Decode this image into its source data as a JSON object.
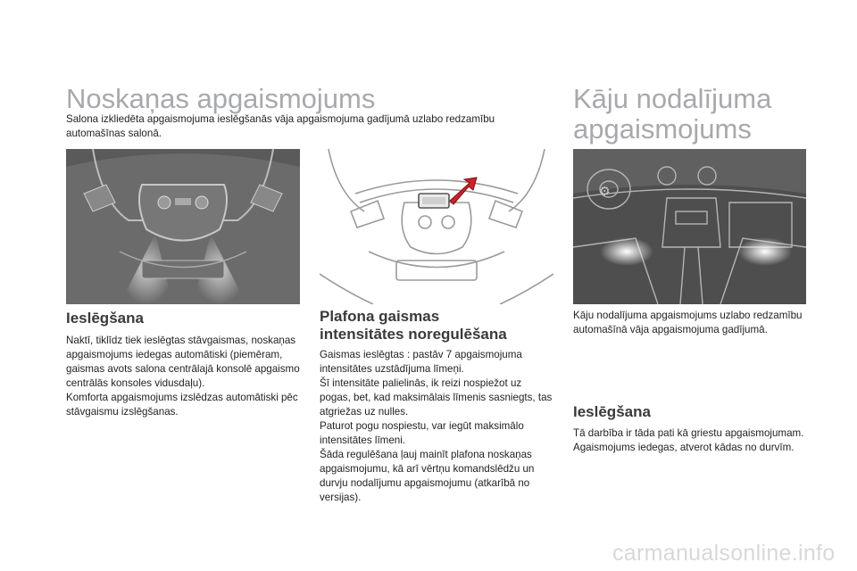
{
  "left": {
    "title": "Noskaņas apgaismojums",
    "intro": "Salona izkliedēta apgaismojuma ieslēgšanās vāja apgaismojuma gadījumā uzlabo redzamību automašīnas salonā.",
    "section_title": "Ieslēgšana",
    "paragraphs": [
      "Naktī, tiklīdz tiek ieslēgtas stāvgaismas, noskaņas apgaismojums iedegas automātiski (piemēram, gaismas avots salona centrālajā konsolē apgaismo centrālās konsoles vidusdaļu).",
      "Komforta apgaismojums izslēdzas automātiski pēc stāvgaismu izslēgšanas."
    ]
  },
  "middle": {
    "section_title_line1": "Plafona gaismas",
    "section_title_line2": "intensitātes noregulēšana",
    "paragraphs": [
      "Gaismas ieslēgtas : pastāv 7 apgaismojuma intensitātes uzstādījuma līmeņi.",
      "Šī intensitāte palielinās, ik reizi nospiežot uz pogas, bet, kad maksimālais līmenis sasniegts, tas atgriežas uz nulles.",
      "Paturot pogu nospiestu, var iegūt maksimālo intensitātes līmeni.",
      "Šāda regulēšana ļauj mainīt plafona noskaņas apgaismojumu, kā arī vērtņu komandslēdžu un durvju nodalījumu apgaismojumu (atkarībā no versijas)."
    ]
  },
  "right": {
    "title_line1": "Kāju nodalījuma",
    "title_line2": "apgaismojums",
    "intro": "Kāju nodalījuma apgaismojums uzlabo redzamību automašīnā vāja apgaismojuma gadījumā.",
    "section_title": "Ieslēgšana",
    "paragraphs": [
      "Tā darbība ir tāda pati kā griestu apgaismojumam. Agaismojums iedegas, atverot kādas no durvīm."
    ]
  },
  "watermark": "carmanualsonline.info",
  "colors": {
    "title_gray": "#a7a9ac",
    "illustration_bg": "#dcdcdc",
    "highlight_arrow": "#d0202a"
  }
}
